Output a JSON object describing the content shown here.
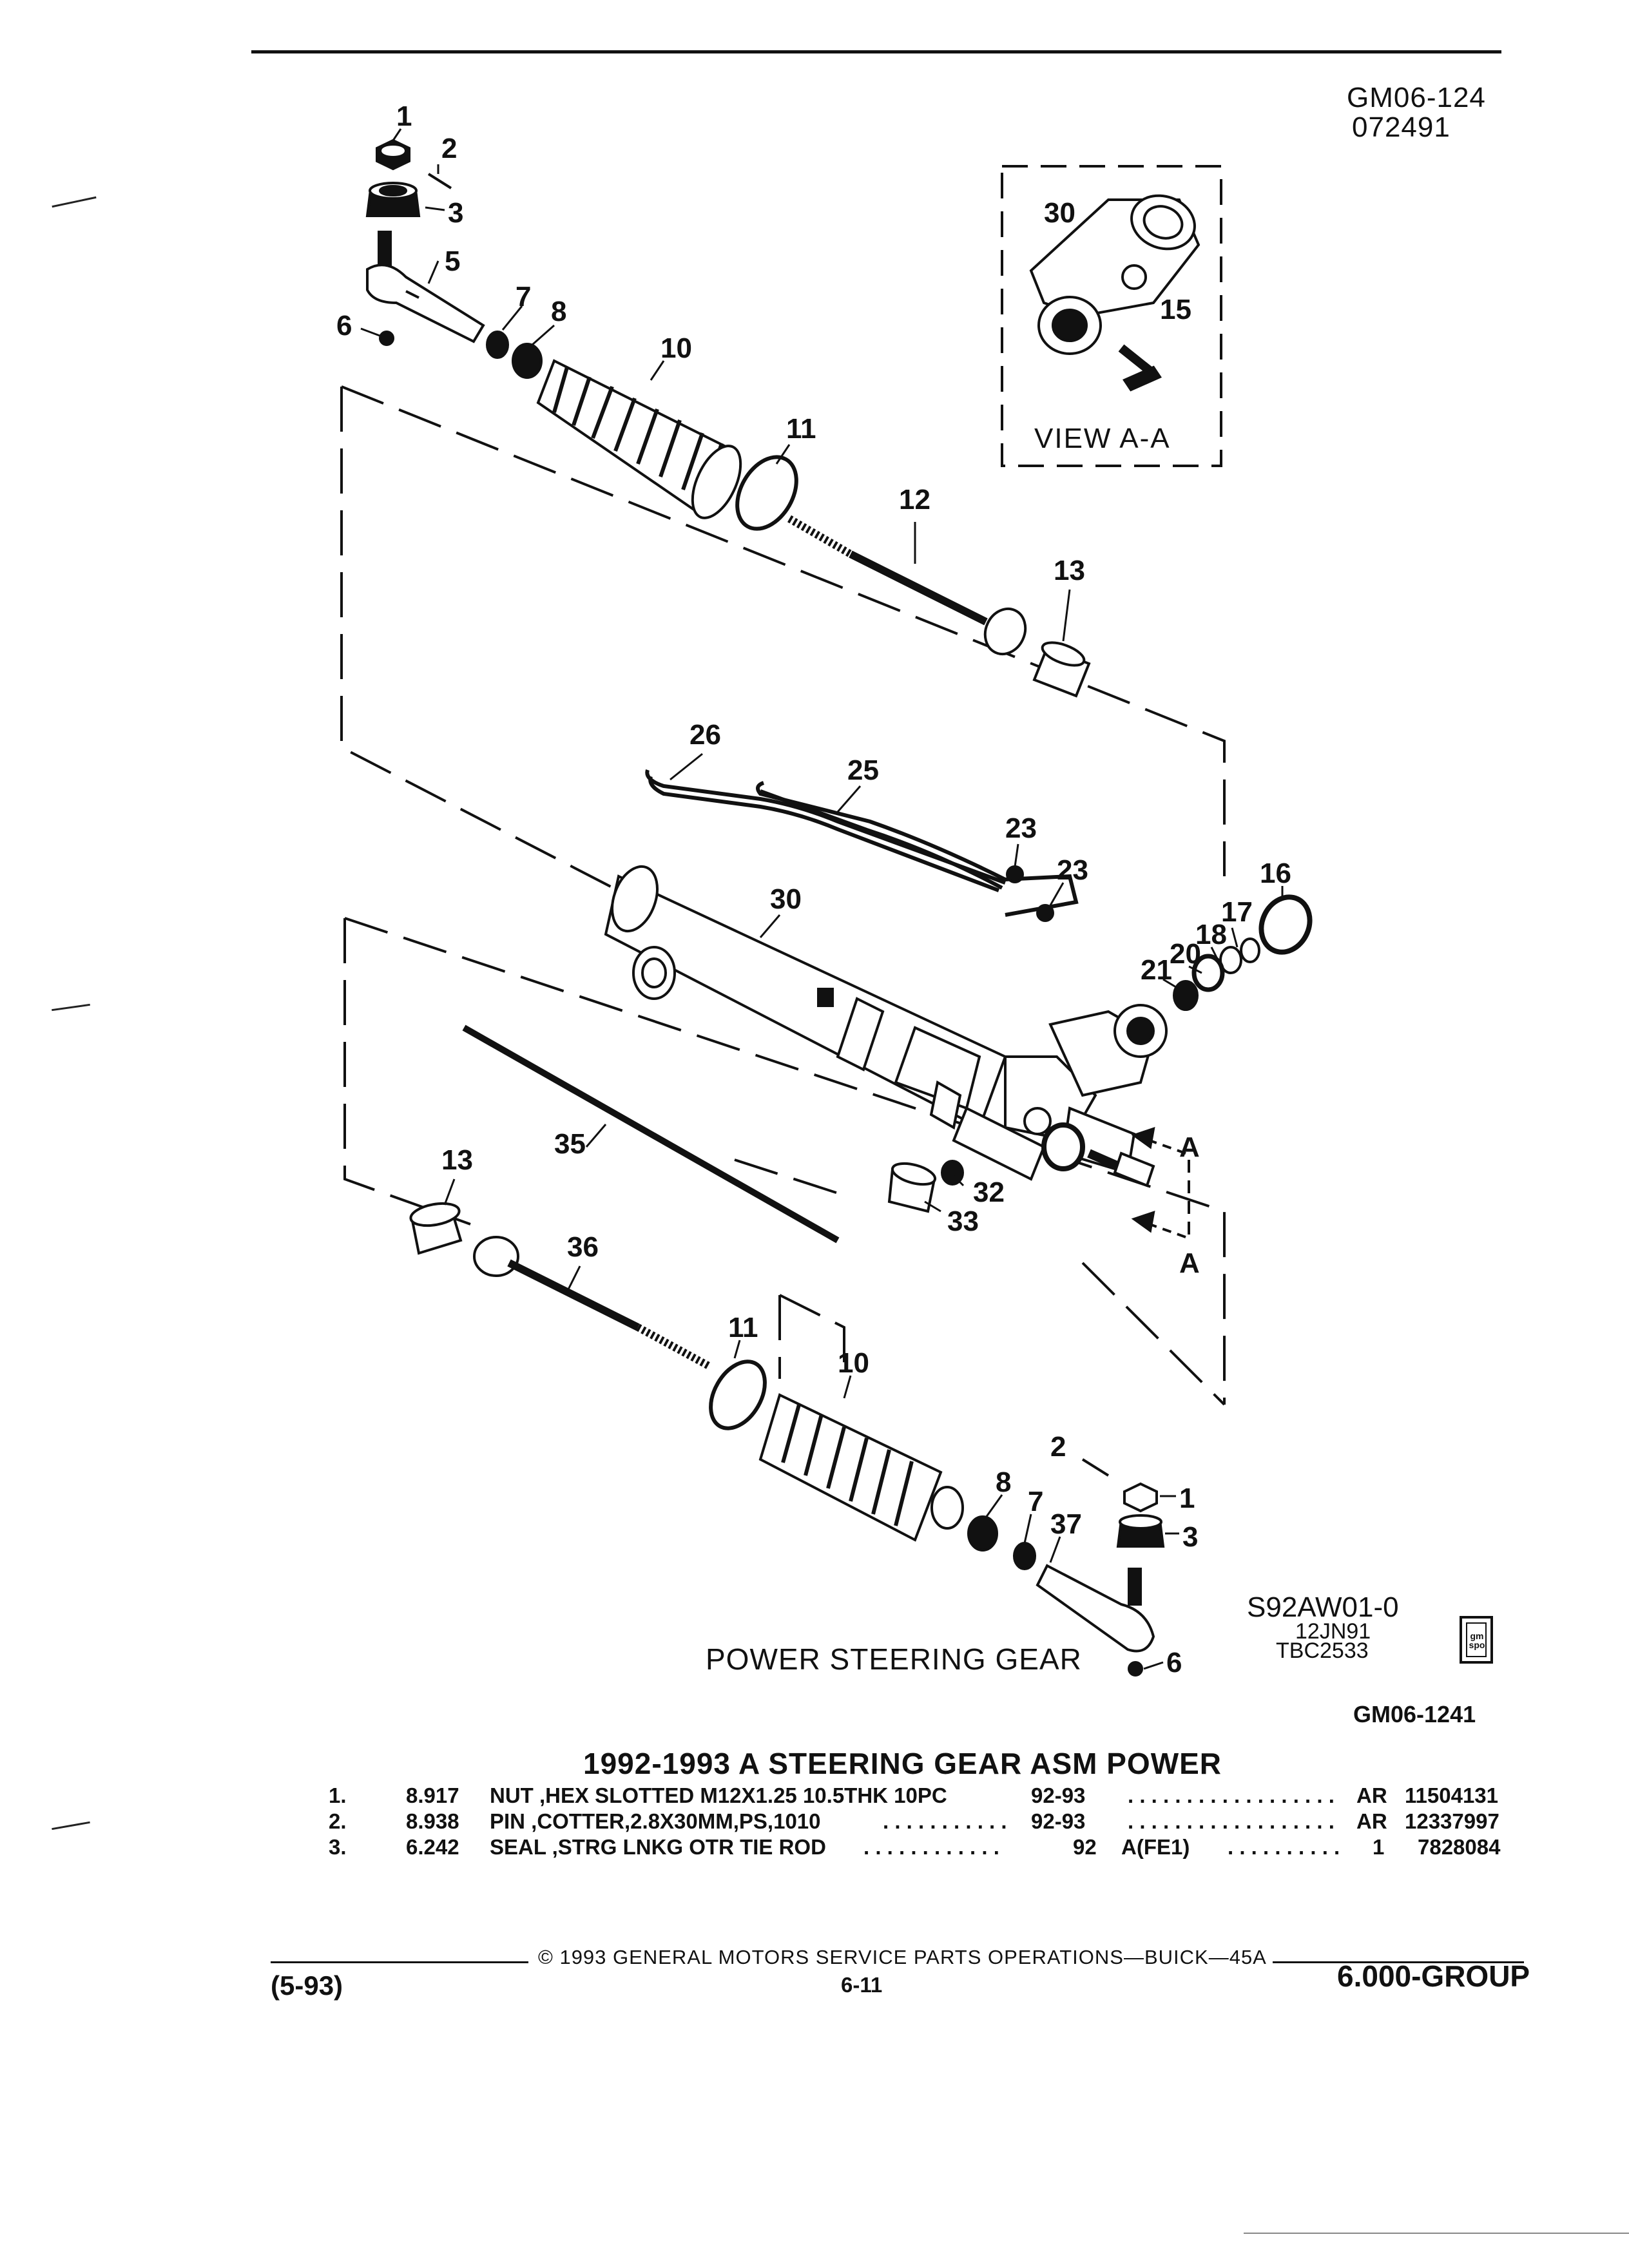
{
  "header": {
    "ref_code": "GM06-124",
    "ref_date": "072491"
  },
  "diagram": {
    "view_label": "VIEW A-A",
    "section_marker": "A",
    "callouts": [
      "1",
      "2",
      "3",
      "5",
      "6",
      "7",
      "8",
      "10",
      "11",
      "12",
      "13",
      "15",
      "16",
      "17",
      "18",
      "20",
      "21",
      "23",
      "25",
      "26",
      "30",
      "32",
      "33",
      "35",
      "36",
      "37"
    ],
    "caption": "POWER STEERING GEAR",
    "illustration_id": "S92AW01-0",
    "illustration_date": "12JN91",
    "illustration_code": "TBC2533",
    "badge_text": "gm spo",
    "figure_ref": "GM06-1241"
  },
  "parts_list": {
    "heading": "1992-1993 A STEERING GEAR ASM POWER",
    "columns": [
      "item",
      "code",
      "description",
      "years",
      "qualifier",
      "qty",
      "part_number"
    ],
    "rows": [
      {
        "item": "1.",
        "code": "8.917",
        "description": "NUT ,HEX SLOTTED M12X1.25 10.5THK 10PC",
        "years": "92-93",
        "qualifier": "",
        "qty": "AR",
        "part_number": "11504131"
      },
      {
        "item": "2.",
        "code": "8.938",
        "description": "PIN ,COTTER,2.8X30MM,PS,1010",
        "years": "92-93",
        "qualifier": "",
        "qty": "AR",
        "part_number": "12337997"
      },
      {
        "item": "3.",
        "code": "6.242",
        "description": "SEAL ,STRG LNKG OTR TIE ROD",
        "years": "92",
        "qualifier": "A(FE1)",
        "qty": "1",
        "part_number": "7828084"
      }
    ]
  },
  "footer": {
    "copyright": "© 1993 GENERAL MOTORS SERVICE PARTS OPERATIONS—BUICK—45A",
    "edition": "(5-93)",
    "page": "6-11",
    "group": "6.000-GROUP"
  }
}
